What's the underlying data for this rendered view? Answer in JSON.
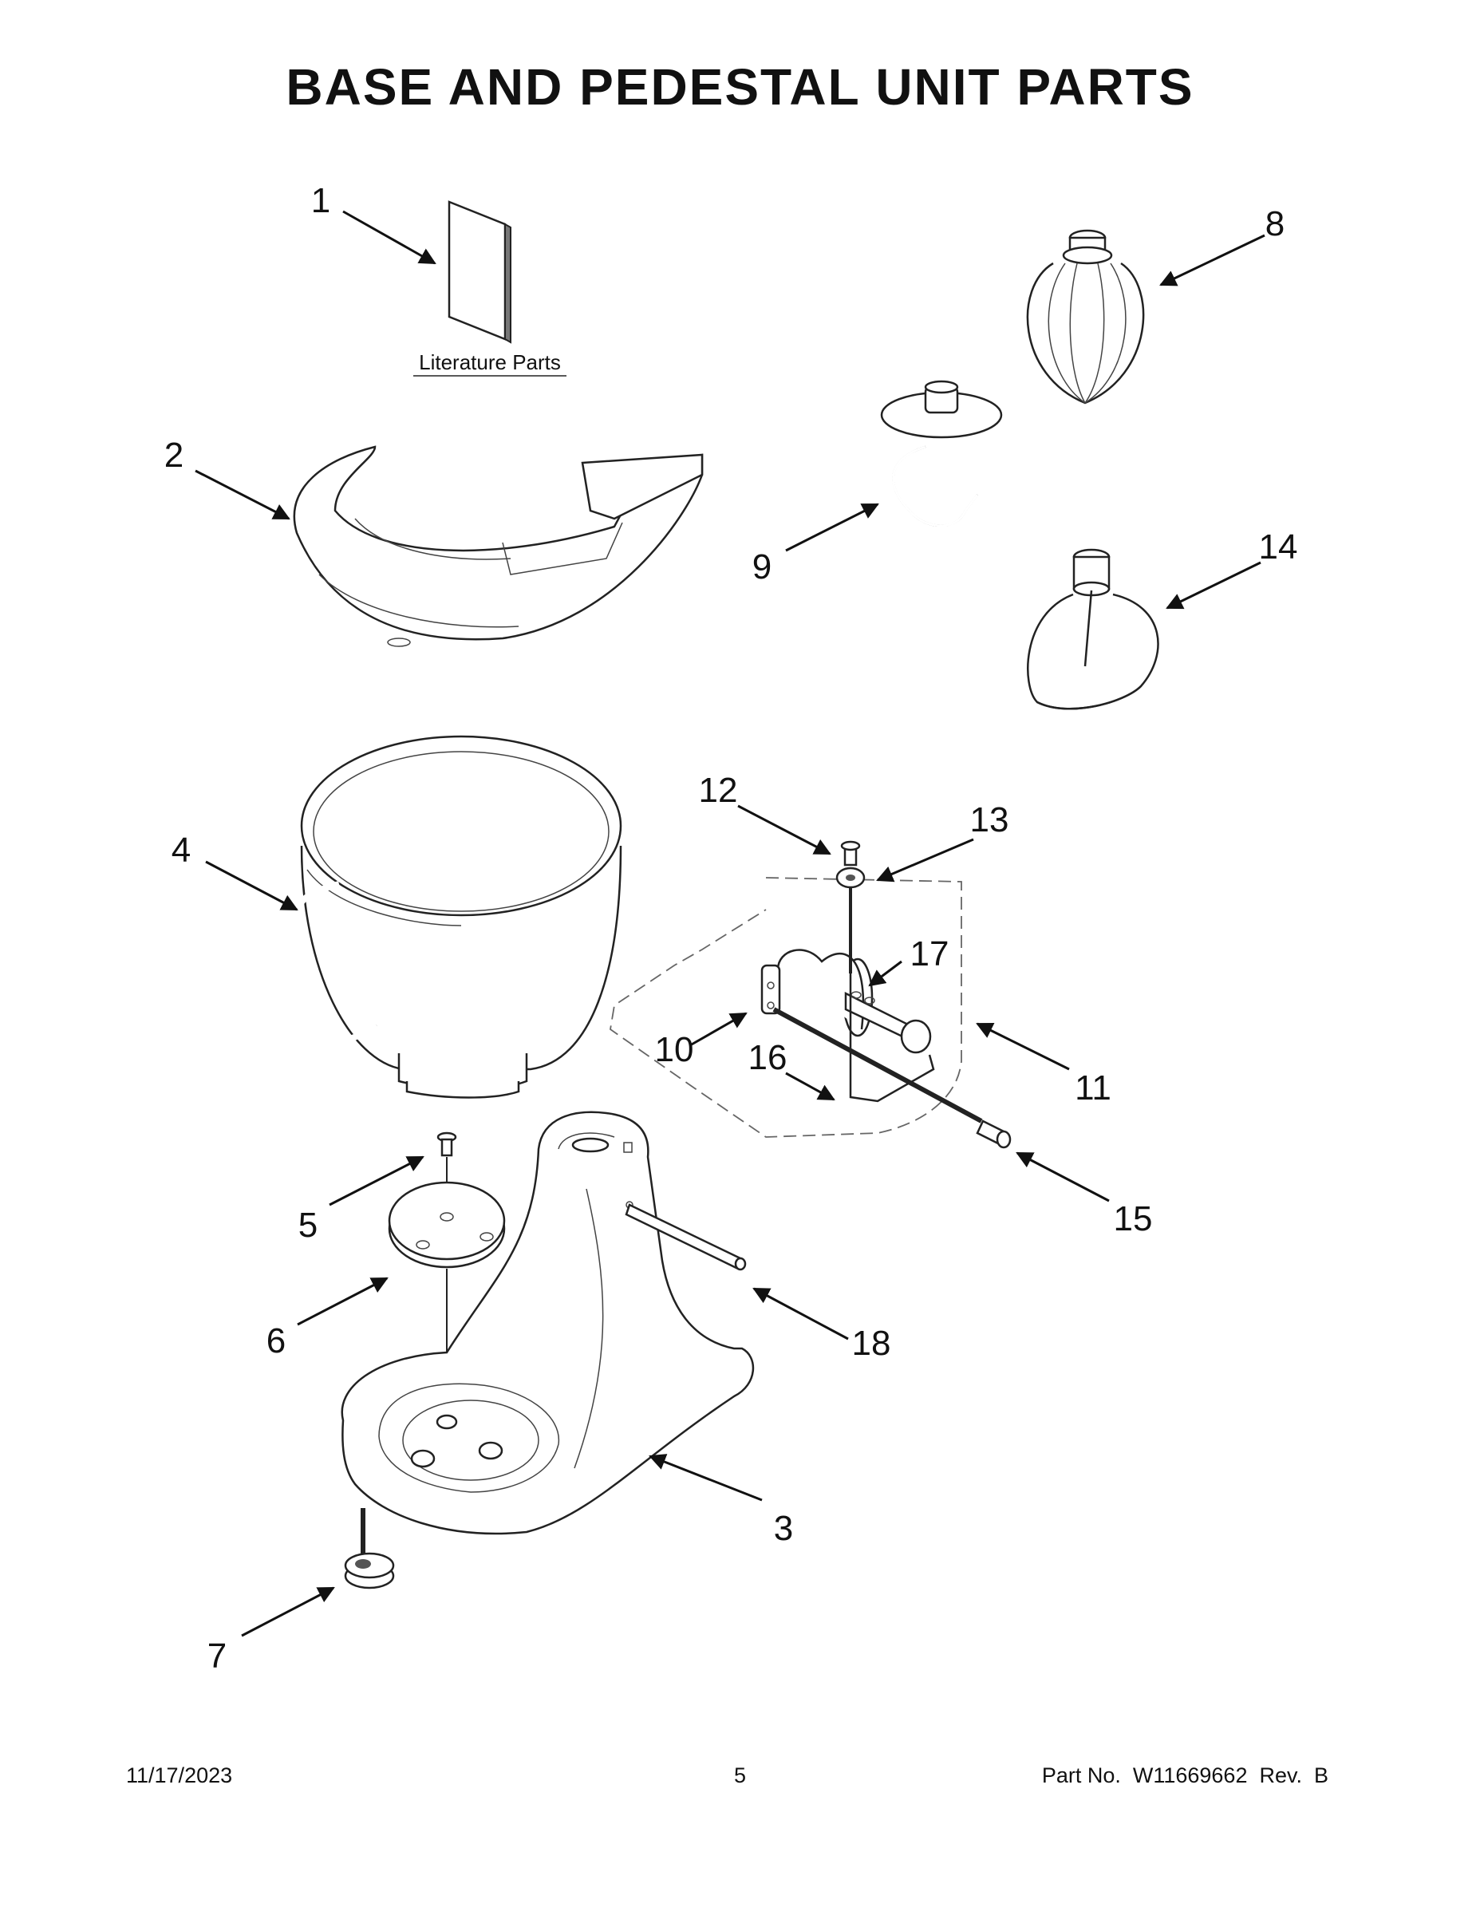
{
  "page": {
    "title": "BASE AND PEDESTAL UNIT PARTS",
    "date": "11/17/2023",
    "page_number": "5",
    "part_no": "Part No.  W11669662  Rev.  B"
  },
  "diagram": {
    "literature_label": "Literature Parts",
    "callouts": [
      "1",
      "2",
      "3",
      "4",
      "5",
      "6",
      "7",
      "8",
      "9",
      "10",
      "11",
      "12",
      "13",
      "14",
      "15",
      "16",
      "17",
      "18"
    ]
  }
}
